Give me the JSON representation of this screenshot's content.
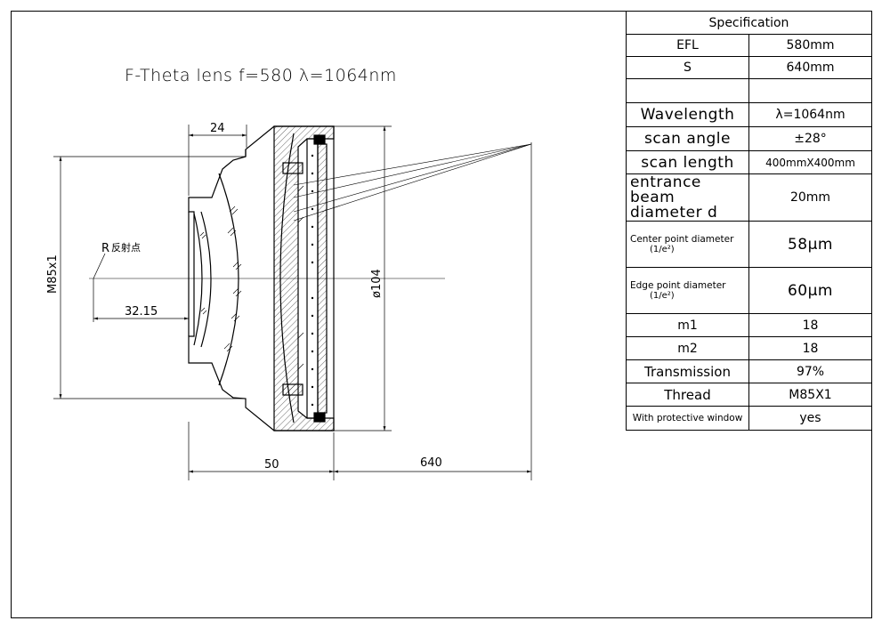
{
  "title": "F-Theta lens   f=580    λ=1064nm",
  "dimensions": {
    "d24": "24",
    "m85": "M85x1",
    "r_label": "R",
    "r_cn": "反射点",
    "d3215": "32.15",
    "d104": "ø104",
    "d50": "50",
    "d640": "640"
  },
  "spec": {
    "header": "Specification",
    "rows": [
      {
        "label": "EFL",
        "value": "580mm"
      },
      {
        "label": "S",
        "value": "640mm"
      },
      {
        "label": "",
        "value": ""
      },
      {
        "label": "Wavelength",
        "value": "λ=1064nm"
      },
      {
        "label": "scan angle",
        "value": "±28°"
      },
      {
        "label": "scan length",
        "value": "400mmX400mm"
      },
      {
        "label": "entrance beam diameter d",
        "value": "20mm"
      },
      {
        "label": "Center point diameter",
        "sub": "(1/e²)",
        "value": "58μm"
      },
      {
        "label": "Edge point diameter",
        "sub": "(1/e²)",
        "value": "60μm"
      },
      {
        "label": "m1",
        "value": "18"
      },
      {
        "label": "m2",
        "value": "18"
      },
      {
        "label": "Transmission",
        "value": "97%"
      },
      {
        "label": "Thread",
        "value": "M85X1"
      },
      {
        "label": "With protective window",
        "value": "yes"
      }
    ]
  }
}
